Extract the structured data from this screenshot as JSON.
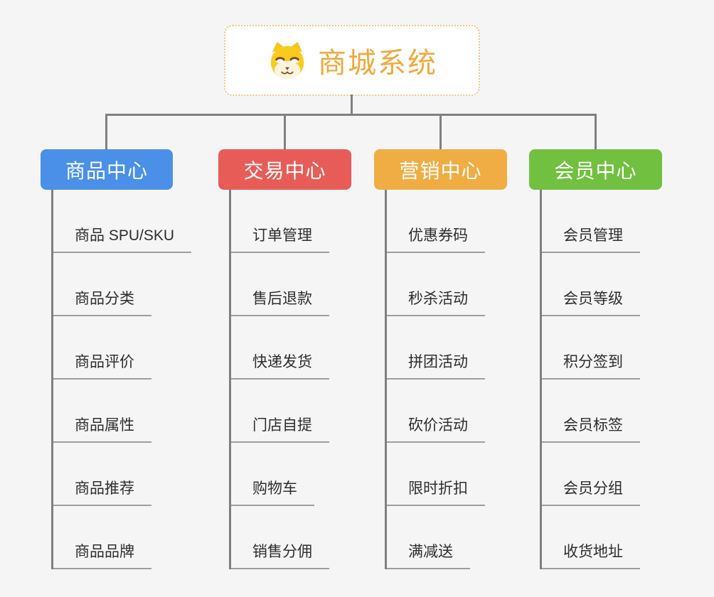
{
  "root": {
    "title": "商城系统",
    "icon": "dog-face-icon"
  },
  "branches": [
    {
      "id": "product-center",
      "label": "商品中心",
      "color": "#4a90e8",
      "children": [
        "商品 SPU/SKU",
        "商品分类",
        "商品评价",
        "商品属性",
        "商品推荐",
        "商品品牌"
      ]
    },
    {
      "id": "trade-center",
      "label": "交易中心",
      "color": "#e85c58",
      "children": [
        "订单管理",
        "售后退款",
        "快递发货",
        "门店自提",
        "购物车",
        "销售分佣"
      ]
    },
    {
      "id": "marketing-center",
      "label": "营销中心",
      "color": "#efad43",
      "children": [
        "优惠券码",
        "秒杀活动",
        "拼团活动",
        "砍价活动",
        "限时折扣",
        "满减送"
      ]
    },
    {
      "id": "member-center",
      "label": "会员中心",
      "color": "#71c040",
      "children": [
        "会员管理",
        "会员等级",
        "积分签到",
        "会员标签",
        "会员分组",
        "收货地址"
      ]
    }
  ],
  "colors": {
    "background": "#f5f5f5",
    "connector": "#808080",
    "child_underline": "#9e9e9e",
    "root_accent": "#f0a93c",
    "root_border": "#f2c37a",
    "child_text": "#2d2d2d"
  }
}
